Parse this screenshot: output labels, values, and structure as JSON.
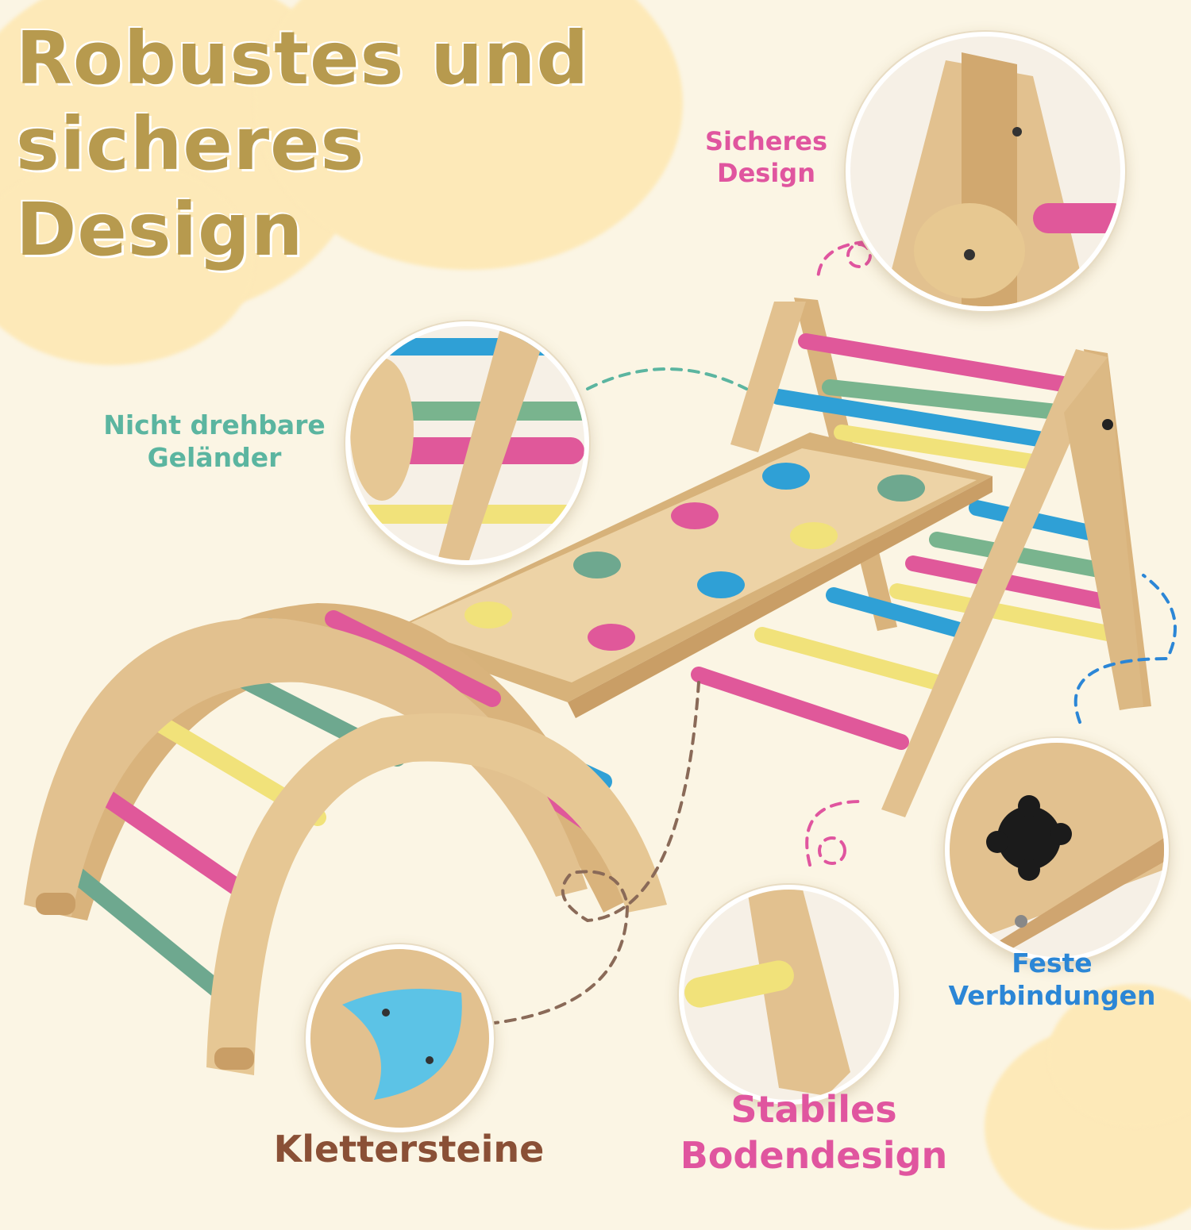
{
  "headline": {
    "line1": "Robustes und",
    "line2": "sicheres Design"
  },
  "features": {
    "sicheres_design": {
      "line1": "Sicheres",
      "line2": "Design",
      "color": "#e0559f"
    },
    "nicht_drehbare": {
      "line1": "Nicht drehbare",
      "line2": "Geländer",
      "color": "#5bb5a0"
    },
    "feste_verbindungen": {
      "line1": "Feste",
      "line2": "Verbindungen",
      "color": "#2b86d6"
    },
    "klettersteine": {
      "line1": "Klettersteine",
      "color": "#8a5036"
    },
    "stabiles_bodendesign": {
      "line1": "Stabiles",
      "line2": "Bodendesign",
      "color": "#e0559f"
    }
  },
  "palette": {
    "background": "#fbf5e4",
    "headline": "#b79a4e",
    "wood": "#e2c18f",
    "rung_blue": "#2fa0d6",
    "rung_pink": "#e0589a",
    "rung_green": "#79b48e",
    "rung_yellow": "#f1e27a",
    "rung_sage": "#6ea88f"
  },
  "icons": [
    "dashed-arrow-icon",
    "knob-icon",
    "climbing-stone-icon",
    "screw-icon"
  ]
}
